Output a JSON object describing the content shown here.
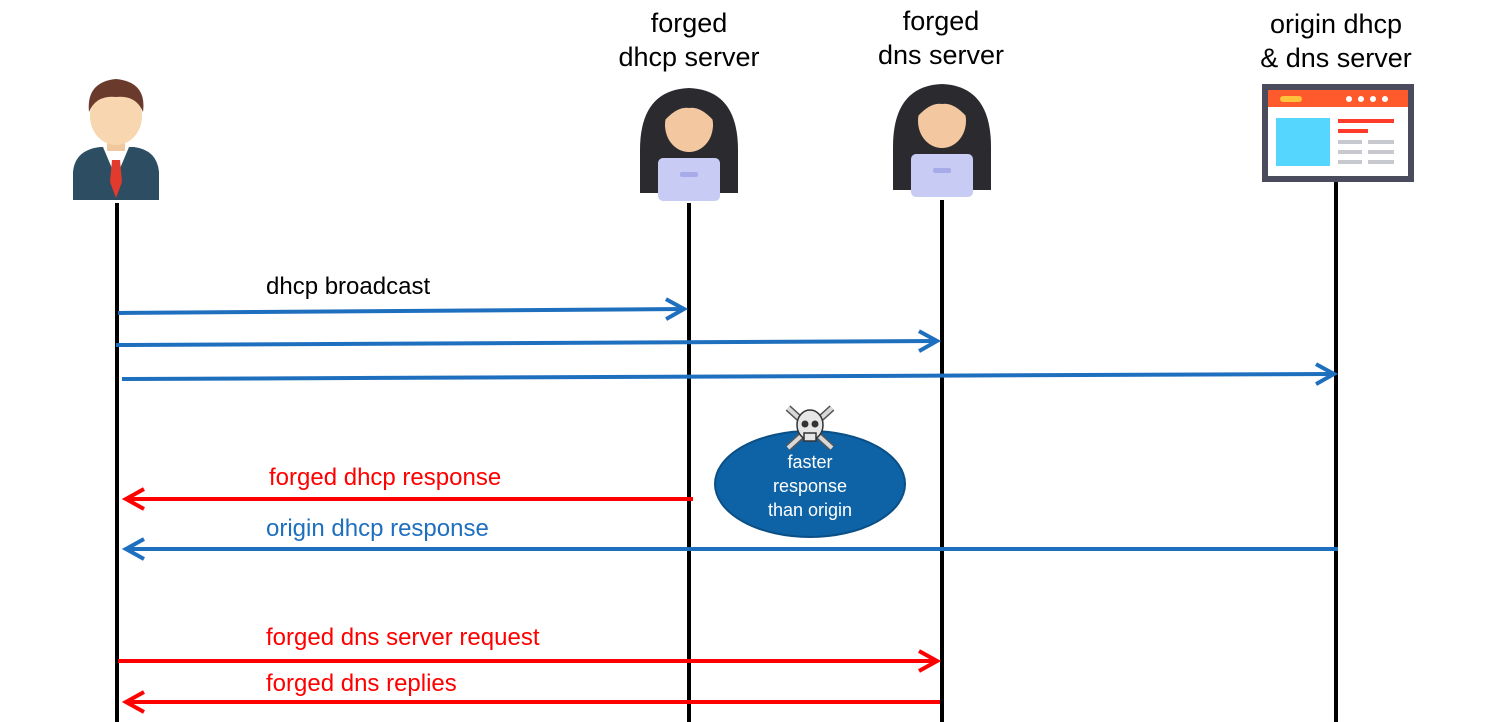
{
  "actors": [
    {
      "id": "client",
      "icon": "businessman-icon"
    },
    {
      "id": "forged_dhcp",
      "line1": "forged",
      "line2": "dhcp server",
      "icon": "hooded-hacker-icon"
    },
    {
      "id": "forged_dns",
      "line1": "forged",
      "line2": "dns server",
      "icon": "hooded-hacker-icon"
    },
    {
      "id": "origin",
      "line1": "origin dhcp",
      "line2": "& dns server",
      "icon": "server-browser-window-icon"
    }
  ],
  "messages": [
    {
      "id": "dhcp_broadcast_1",
      "label": "dhcp broadcast",
      "from": "client",
      "to": "forged_dhcp",
      "color": "#1f6fbf"
    },
    {
      "id": "dhcp_broadcast_2",
      "from": "client",
      "to": "forged_dns",
      "color": "#1f6fbf"
    },
    {
      "id": "dhcp_broadcast_3",
      "from": "client",
      "to": "origin",
      "color": "#1f6fbf"
    },
    {
      "id": "forged_dhcp_response",
      "label": "forged dhcp response",
      "from": "forged_dhcp",
      "to": "client",
      "color": "#ff0000"
    },
    {
      "id": "origin_dhcp_response",
      "label": "origin dhcp response",
      "from": "origin",
      "to": "client",
      "color": "#1f6fbf"
    },
    {
      "id": "forged_dns_request",
      "label": "forged dns server request",
      "from": "client",
      "to": "forged_dns",
      "color": "#ff0000"
    },
    {
      "id": "forged_dns_replies",
      "label": "forged dns replies",
      "from": "forged_dns",
      "to": "client",
      "color": "#ff0000"
    }
  ],
  "note": {
    "line1": "faster",
    "line2": "response",
    "line3": "than origin",
    "icon": "skull-crossbones-icon",
    "fill": "#0e63a6"
  },
  "colors": {
    "blue_arrow": "#1f6fbf",
    "red_arrow": "#ff0000",
    "lifeline": "#000000"
  }
}
